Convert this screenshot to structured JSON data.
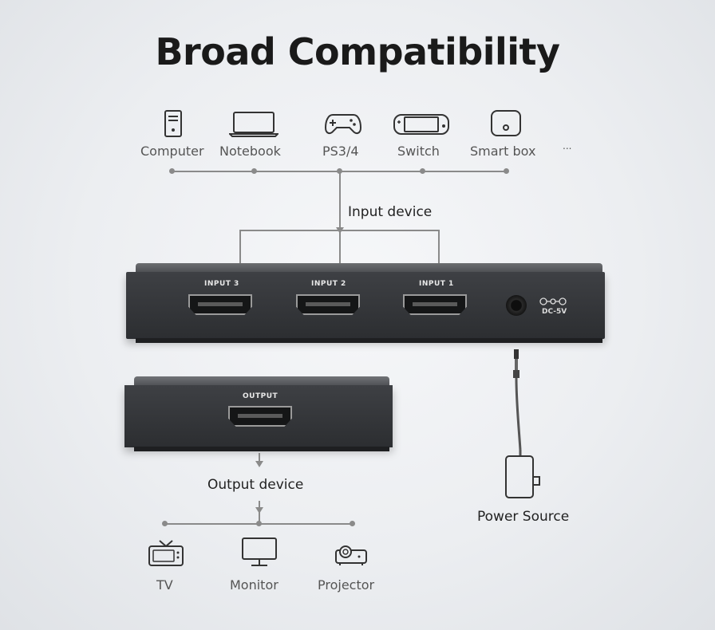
{
  "title": "Broad Compatibility",
  "input_devices": {
    "items": [
      {
        "label": "Computer",
        "icon": "computer-tower-icon"
      },
      {
        "label": "Notebook",
        "icon": "laptop-icon"
      },
      {
        "label": "PS3/4",
        "icon": "gamepad-icon"
      },
      {
        "label": "Switch",
        "icon": "handheld-console-icon"
      },
      {
        "label": "Smart box",
        "icon": "smart-box-icon"
      }
    ],
    "more": "...",
    "section_label": "Input device"
  },
  "switch_box": {
    "ports": [
      "INPUT 3",
      "INPUT 2",
      "INPUT 1"
    ],
    "power_label": "DC-5V",
    "output_port": "OUTPUT"
  },
  "output_devices": {
    "section_label": "Output device",
    "items": [
      {
        "label": "TV",
        "icon": "tv-icon"
      },
      {
        "label": "Monitor",
        "icon": "monitor-icon"
      },
      {
        "label": "Projector",
        "icon": "projector-icon"
      }
    ]
  },
  "power": {
    "label": "Power Source"
  },
  "colors": {
    "line": "#8a8a8a",
    "device_body": "#2c2e31",
    "text": "#555555"
  }
}
